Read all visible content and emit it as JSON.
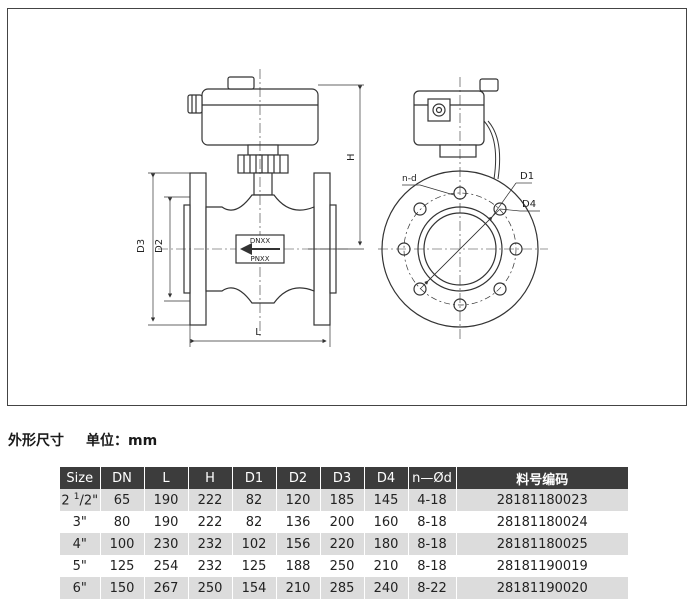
{
  "drawing": {
    "labels": {
      "dim_h": "H",
      "dim_d3": "D3",
      "dim_d2": "D2",
      "dim_l": "L",
      "dim_d1": "D1",
      "dim_d4": "D4",
      "dim_nd": "n-d",
      "nameplate_top": "DNXX",
      "nameplate_bottom": "PNXX"
    }
  },
  "caption": {
    "title": "外形尺寸",
    "unit": "单位：mm"
  },
  "table": {
    "headers": [
      "Size",
      "DN",
      "L",
      "H",
      "D1",
      "D2",
      "D3",
      "D4",
      "n—Ød",
      "料号编码"
    ],
    "rows": [
      {
        "size_main": "2 ",
        "size_sup": "1",
        "size_tail": "/2\"",
        "dn": "65",
        "l": "190",
        "h": "222",
        "d1": "82",
        "d2": "120",
        "d3": "185",
        "d4": "145",
        "nd": "4-18",
        "part": "28181180023"
      },
      {
        "size": "3\"",
        "dn": "80",
        "l": "190",
        "h": "222",
        "d1": "82",
        "d2": "136",
        "d3": "200",
        "d4": "160",
        "nd": "8-18",
        "part": "28181180024"
      },
      {
        "size": "4\"",
        "dn": "100",
        "l": "230",
        "h": "232",
        "d1": "102",
        "d2": "156",
        "d3": "220",
        "d4": "180",
        "nd": "8-18",
        "part": "28181180025"
      },
      {
        "size": "5\"",
        "dn": "125",
        "l": "254",
        "h": "232",
        "d1": "125",
        "d2": "188",
        "d3": "250",
        "d4": "210",
        "nd": "8-18",
        "part": "28181190019"
      },
      {
        "size": "6\"",
        "dn": "150",
        "l": "267",
        "h": "250",
        "d1": "154",
        "d2": "210",
        "d3": "285",
        "d4": "240",
        "nd": "8-22",
        "part": "28181190020"
      }
    ]
  }
}
